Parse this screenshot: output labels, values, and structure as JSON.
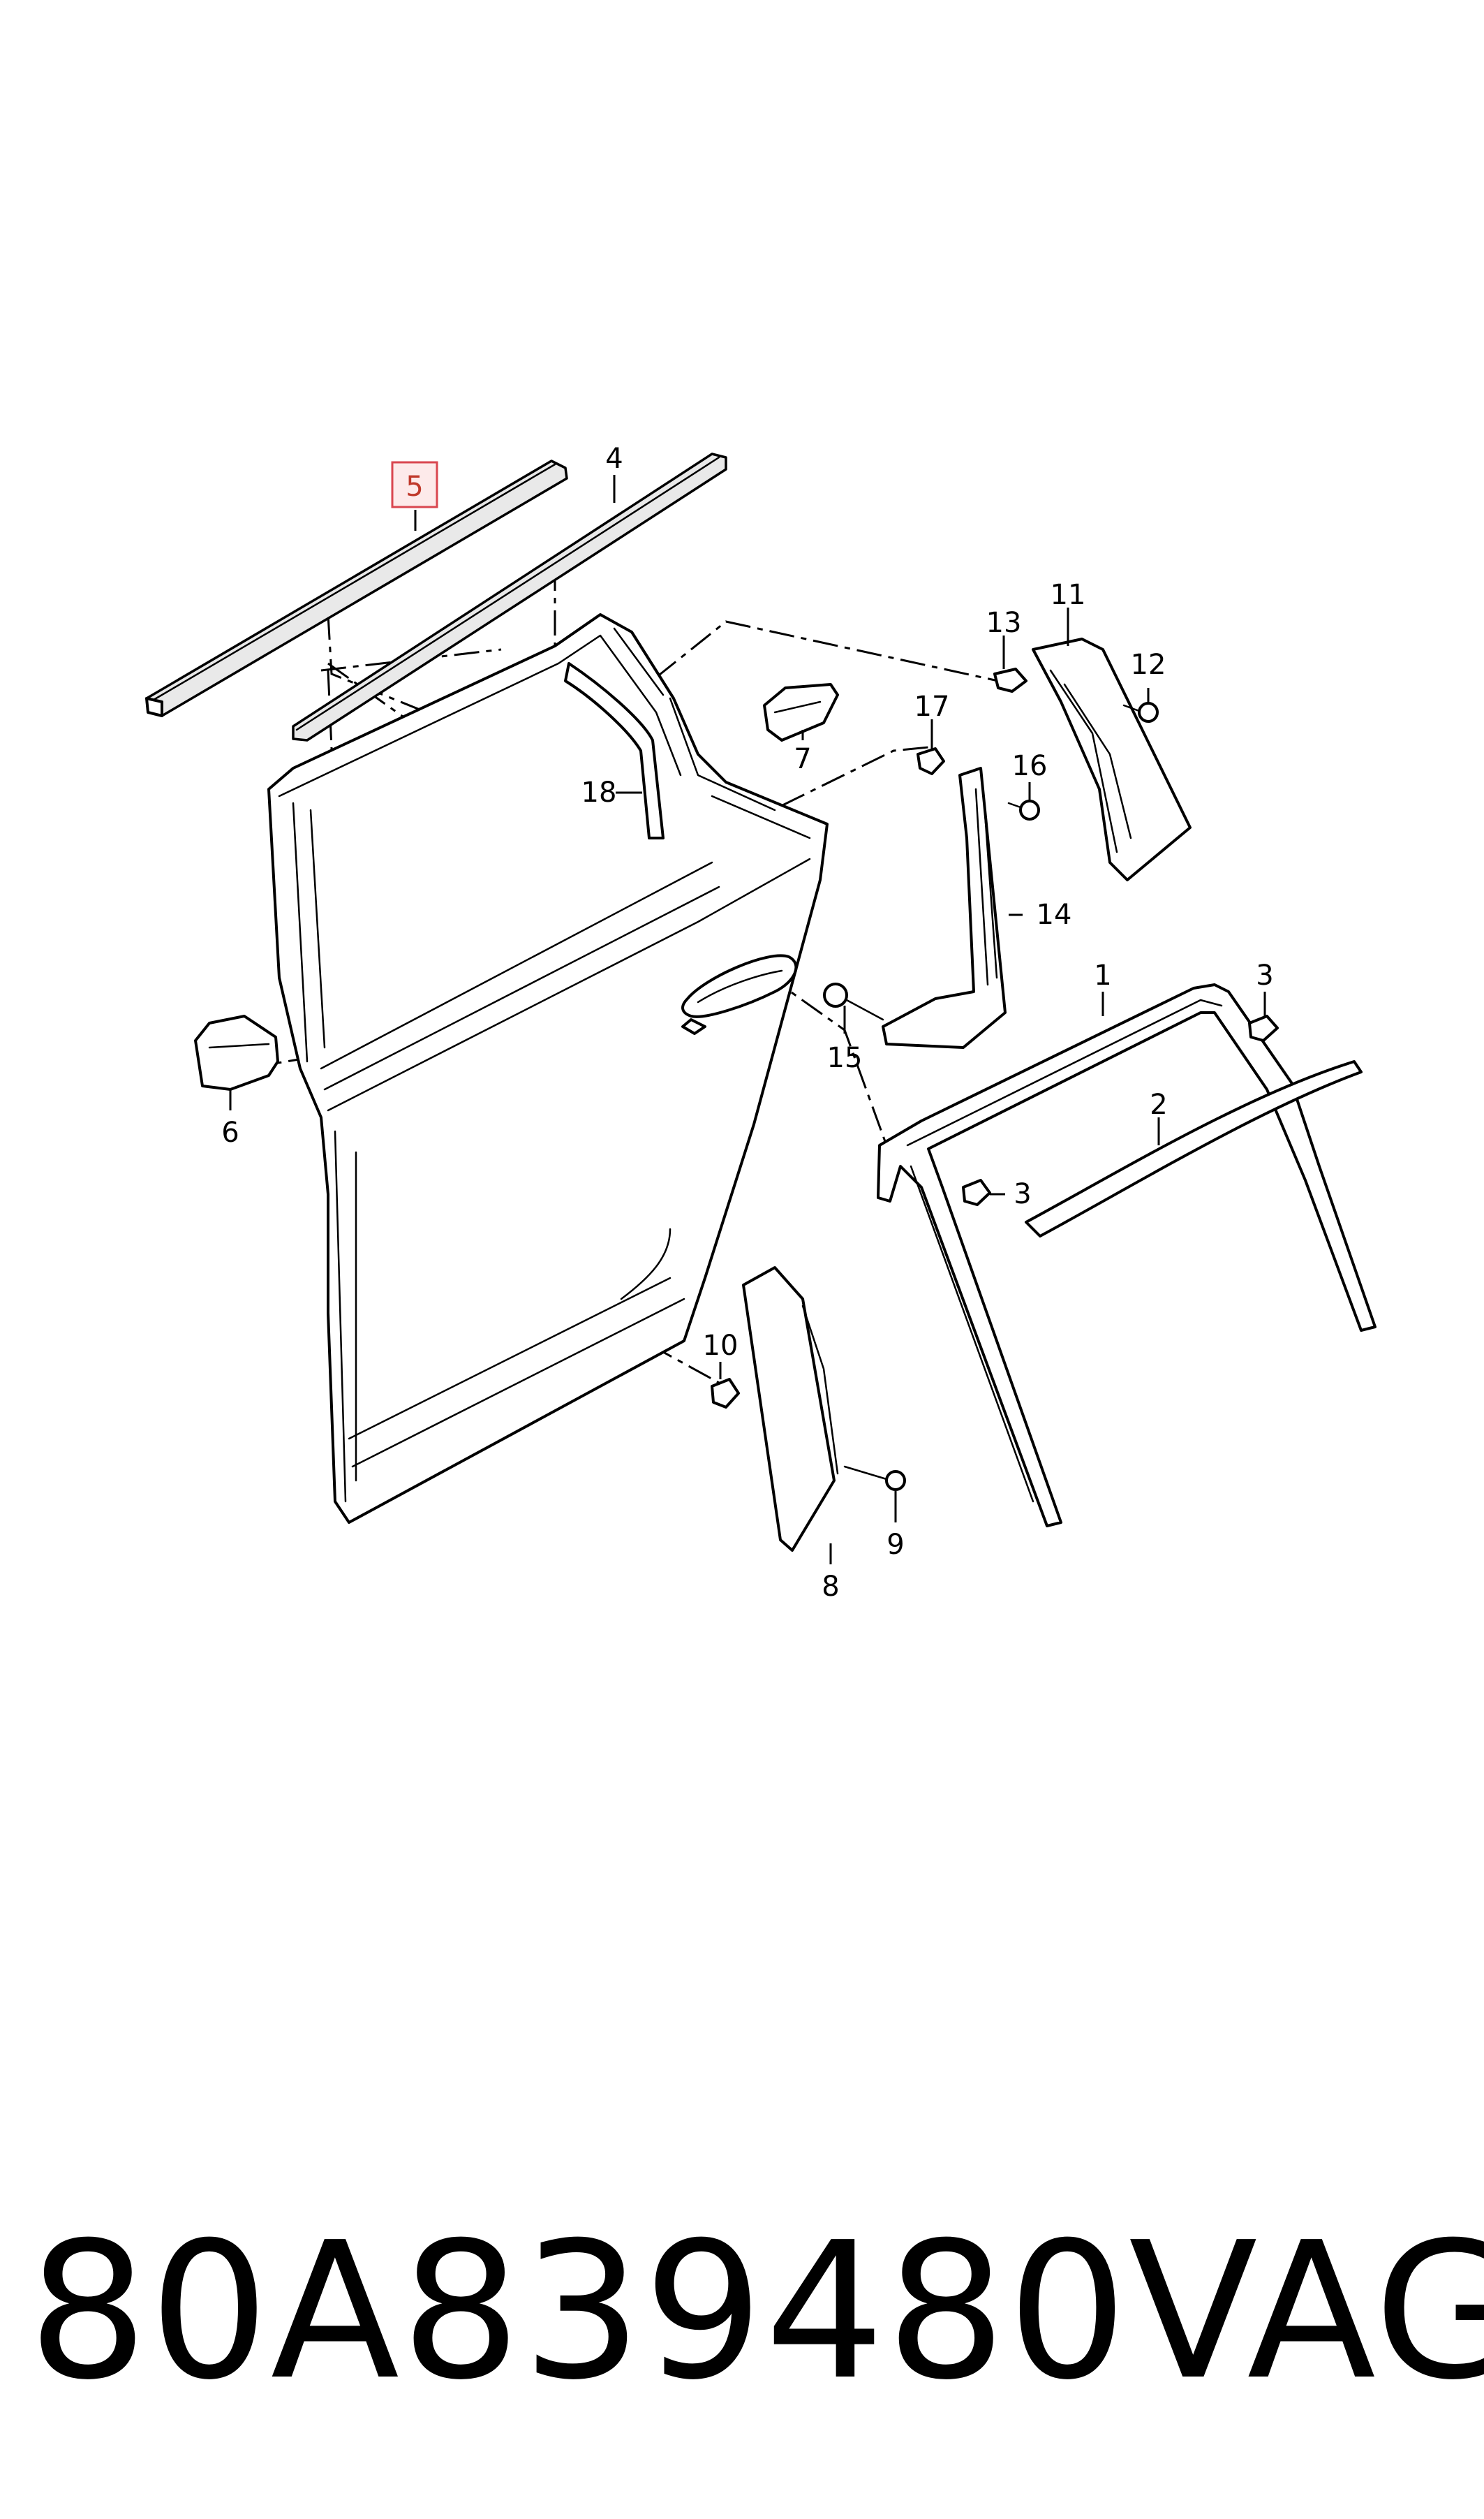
{
  "diagram": {
    "callouts": [
      {
        "id": "c1",
        "label": "1"
      },
      {
        "id": "c2",
        "label": "2"
      },
      {
        "id": "c3a",
        "label": "3"
      },
      {
        "id": "c3b",
        "label": "3"
      },
      {
        "id": "c4",
        "label": "4"
      },
      {
        "id": "c5",
        "label": "5",
        "highlighted": true
      },
      {
        "id": "c6",
        "label": "6"
      },
      {
        "id": "c7",
        "label": "7"
      },
      {
        "id": "c8",
        "label": "8"
      },
      {
        "id": "c9",
        "label": "9"
      },
      {
        "id": "c10",
        "label": "10"
      },
      {
        "id": "c11",
        "label": "11"
      },
      {
        "id": "c12",
        "label": "12"
      },
      {
        "id": "c13",
        "label": "13"
      },
      {
        "id": "c14",
        "label": "14"
      },
      {
        "id": "c15",
        "label": "15"
      },
      {
        "id": "c16",
        "label": "16"
      },
      {
        "id": "c17",
        "label": "17"
      },
      {
        "id": "c18",
        "label": "18"
      }
    ],
    "highlight_color": "#d9464f"
  },
  "footer": {
    "part_number": "80A839480",
    "brand": "VAG"
  }
}
